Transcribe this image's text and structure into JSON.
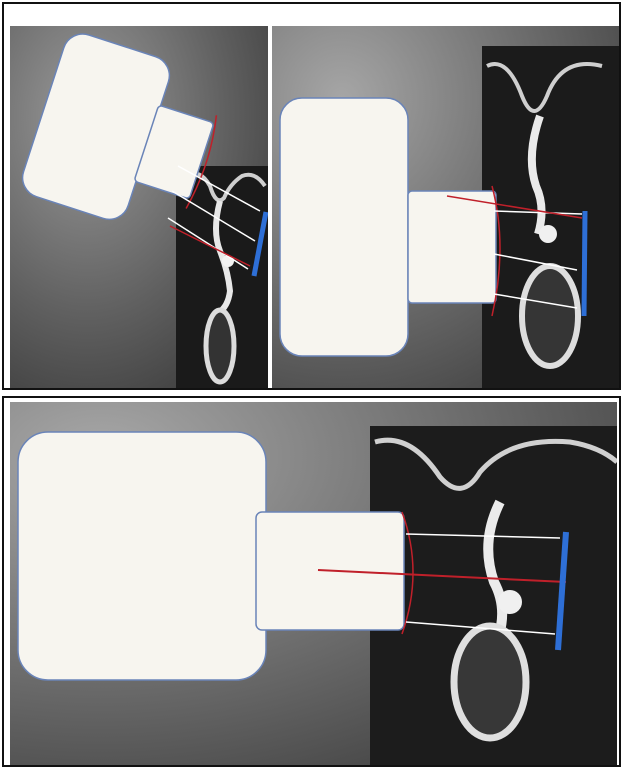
{
  "figure": {
    "panels": [
      {
        "id": "top-left",
        "view": "tilted"
      },
      {
        "id": "top-right",
        "view": "parallel"
      },
      {
        "id": "bottom",
        "view": "parallel-with-axis"
      }
    ],
    "colors": {
      "cone": "#f7f5ef",
      "cone_outline": "#6a84b8",
      "beam": "#ffffff",
      "detector": "#2e6fd6",
      "collimator": "#c0202a",
      "background_dark": "#505050",
      "bone": "#e2e2e2"
    }
  }
}
